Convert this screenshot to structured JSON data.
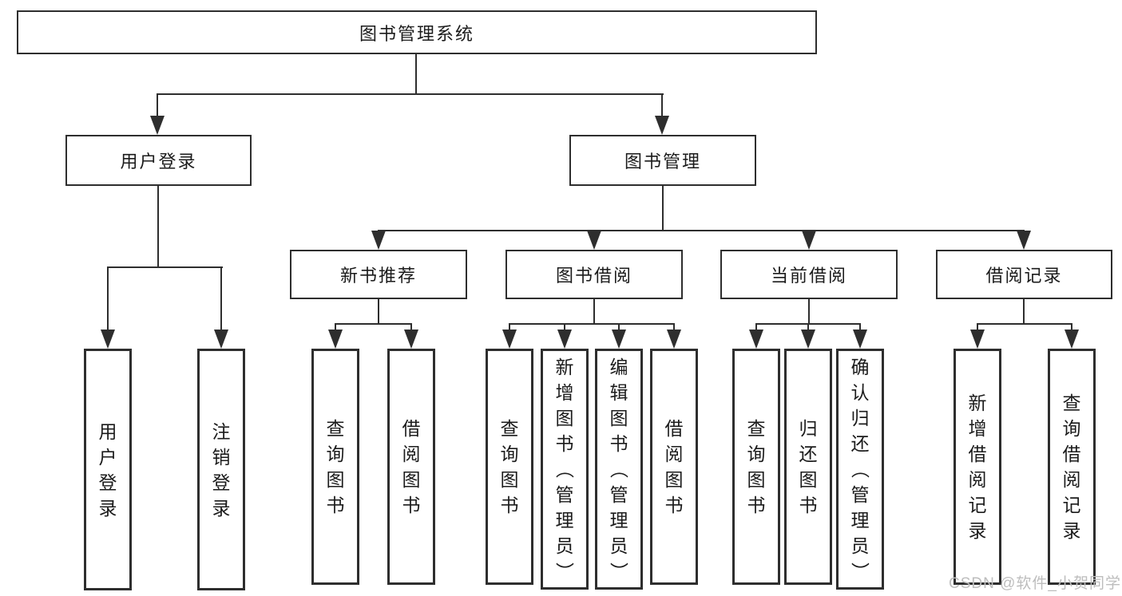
{
  "tree": {
    "root": "图书管理系统",
    "children": [
      {
        "label": "用户登录",
        "children": [
          {
            "label": "用户登录"
          },
          {
            "label": "注销登录"
          }
        ]
      },
      {
        "label": "图书管理",
        "children": [
          {
            "label": "新书推荐",
            "children": [
              {
                "label": "查询图书"
              },
              {
                "label": "借阅图书"
              }
            ]
          },
          {
            "label": "图书借阅",
            "children": [
              {
                "label": "查询图书"
              },
              {
                "label": "新增图书（管理员）"
              },
              {
                "label": "编辑图书（管理员）"
              },
              {
                "label": "借阅图书"
              }
            ]
          },
          {
            "label": "当前借阅",
            "children": [
              {
                "label": "查询图书"
              },
              {
                "label": "归还图书"
              },
              {
                "label": "确认归还（管理员）"
              }
            ]
          },
          {
            "label": "借阅记录",
            "children": [
              {
                "label": "新增借阅记录"
              },
              {
                "label": "查询借阅记录"
              }
            ]
          }
        ]
      }
    ]
  },
  "watermark": "CSDN @软件_小贺同学",
  "colors": {
    "line": "#2e2e2e",
    "box_border": "#2e2e2e",
    "box_background": "#ffffff",
    "text": "#1b1b1b",
    "watermark": "#bdbdbd"
  }
}
